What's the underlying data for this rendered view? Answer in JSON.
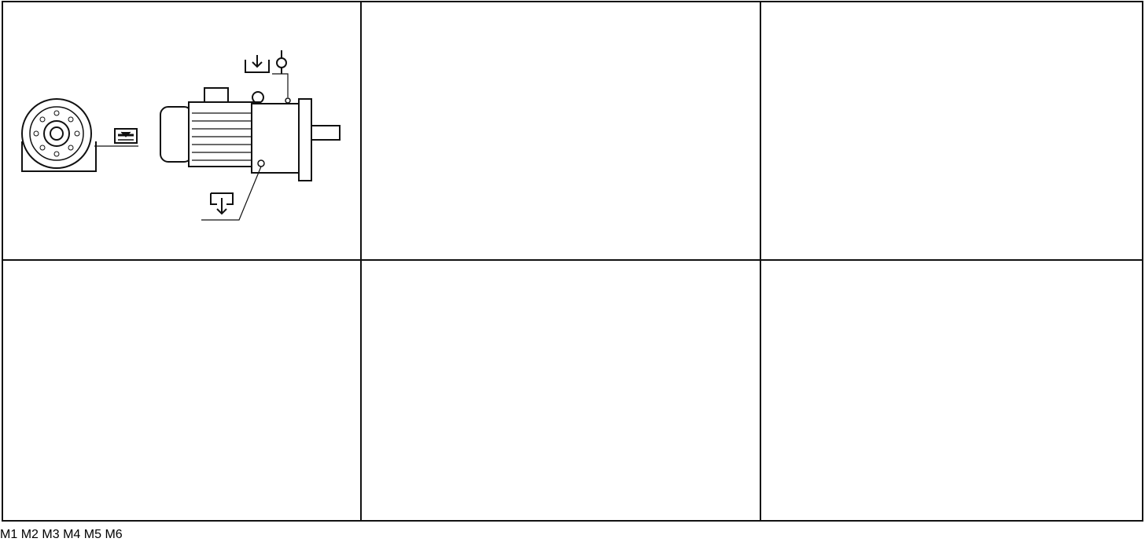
{
  "panels": [
    {
      "label": "M1"
    },
    {
      "label": "M2"
    },
    {
      "label": "M3"
    },
    {
      "label": "M4"
    },
    {
      "label": "M5"
    },
    {
      "label": "M6"
    }
  ],
  "icons": {
    "fill": "fill-vent-symbol",
    "level": "oil-level-symbol",
    "drain": "oil-drain-symbol"
  },
  "colors": {
    "line": "#1a1a1a",
    "background": "#ffffff"
  }
}
